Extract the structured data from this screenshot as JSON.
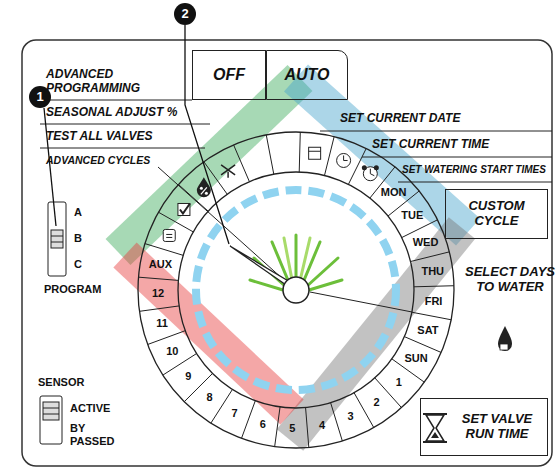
{
  "diagram": {
    "nodes": [
      {
        "text": [
          "OFF"
        ]
      },
      {
        "text": [
          "AUTO"
        ]
      },
      {
        "text": [
          "CUSTOM CYCLE"
        ]
      },
      {
        "text": [
          "SET VALVE RUN TIME"
        ]
      }
    ],
    "labels": [
      "1",
      "2",
      "ADVANCED PROGRAMMING",
      "SEASONAL ADJUST %",
      "TEST ALL VALVES",
      "ADVANCED CYCLES",
      "SET CURRENT DATE",
      "SET CURRENT TIME",
      "SET WATERING START TIMES",
      "MON",
      "TUE",
      "WED",
      "THU",
      "FRI",
      "SAT",
      "SUN",
      "1",
      "2",
      "3",
      "4",
      "5",
      "6",
      "7",
      "8",
      "9",
      "10",
      "11",
      "12",
      "AUX",
      "A",
      "B",
      "C",
      "PROGRAM",
      "SELECT DAYS TO WATER",
      "SENSOR",
      "ACTIVE",
      "BY PASSED"
    ]
  }
}
